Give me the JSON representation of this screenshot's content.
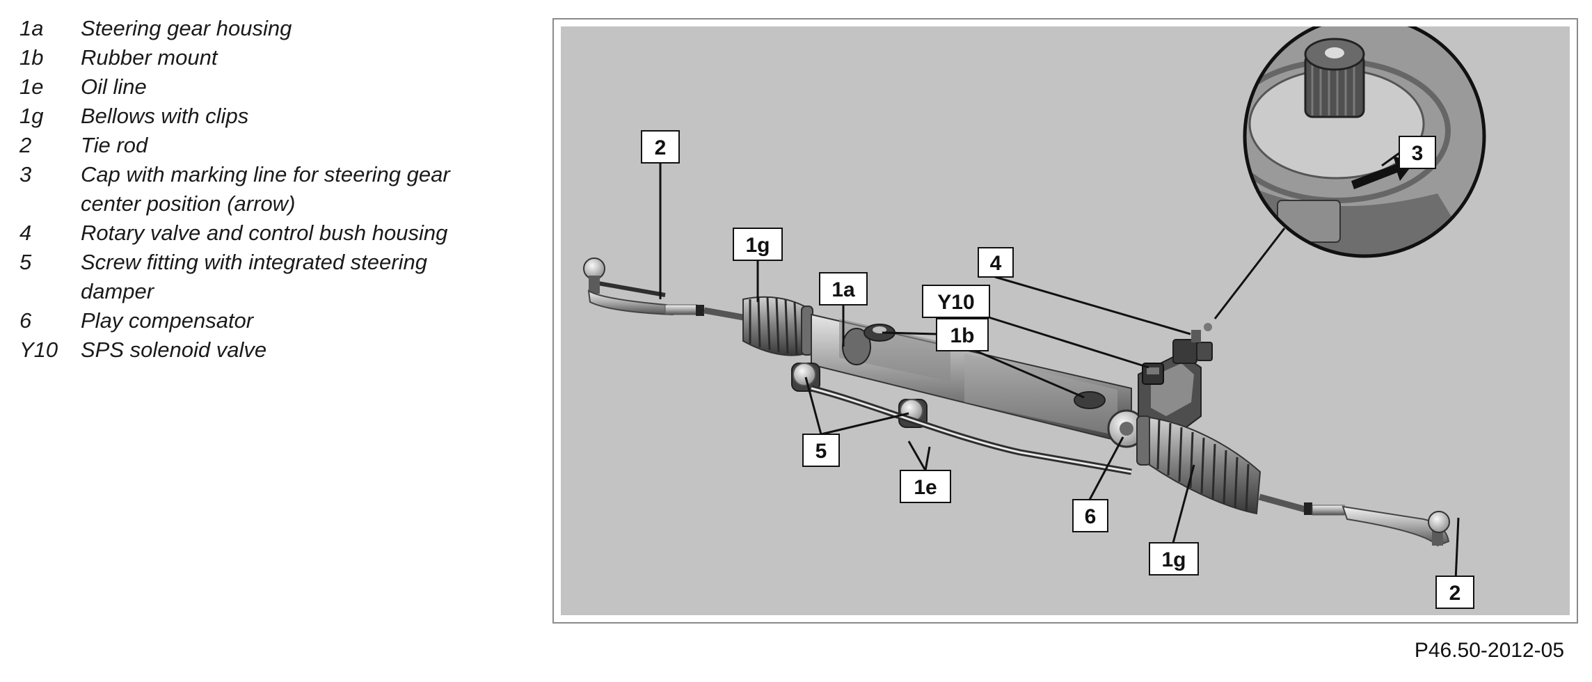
{
  "legend": [
    {
      "code": "1a",
      "text": "Steering gear housing"
    },
    {
      "code": "1b",
      "text": "Rubber mount"
    },
    {
      "code": "1e",
      "text": "Oil line"
    },
    {
      "code": "1g",
      "text": "Bellows with clips"
    },
    {
      "code": "2",
      "text": "Tie rod"
    },
    {
      "code": "3",
      "text": "Cap with marking line for steering gear center position (arrow)"
    },
    {
      "code": "4",
      "text": "Rotary valve and control bush housing"
    },
    {
      "code": "5",
      "text": "Screw fitting with integrated steering damper"
    },
    {
      "code": "6",
      "text": "Play compensator"
    },
    {
      "code": "Y10",
      "text": "SPS solenoid valve"
    }
  ],
  "callouts": {
    "tie_rod_left": "2",
    "tie_rod_right": "2",
    "bellows_left": "1g",
    "bellows_right": "1g",
    "housing": "1a",
    "rubber_mount": "1b",
    "solenoid": "Y10",
    "rotary_valve": "4",
    "cap": "3",
    "screw_fitting": "5",
    "oil_line": "1e",
    "play_comp": "6"
  },
  "figure_code": "P46.50-2012-05",
  "colors": {
    "background": "#c3c3c3",
    "metal_dark": "#4a4a4a",
    "metal_mid": "#7a7a7a",
    "metal_light": "#d8d8d8"
  }
}
